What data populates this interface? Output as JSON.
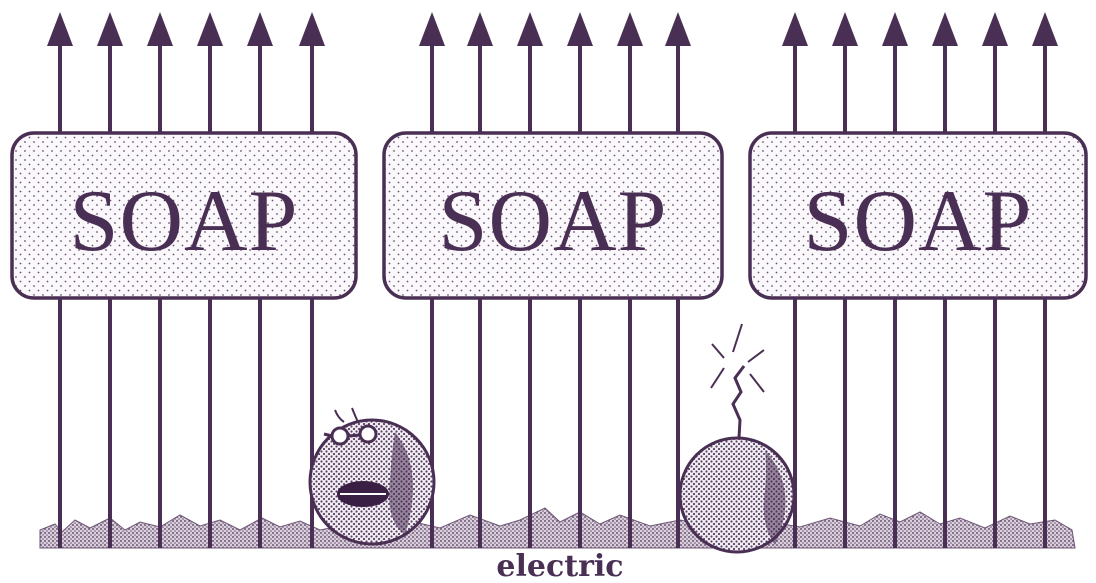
{
  "panels": [
    {
      "label": "SOAP"
    },
    {
      "label": "SOAP"
    },
    {
      "label": "SOAP"
    }
  ],
  "caption": "electric",
  "colors": {
    "ink": "#4a2f54",
    "background": "#ffffff",
    "panel_fill": "#fbf8fc",
    "dot": "#6a5274",
    "grass": "#8b7a92"
  },
  "figures": {
    "left": "worried-face-ball",
    "right": "bomb-with-lit-fuse"
  }
}
